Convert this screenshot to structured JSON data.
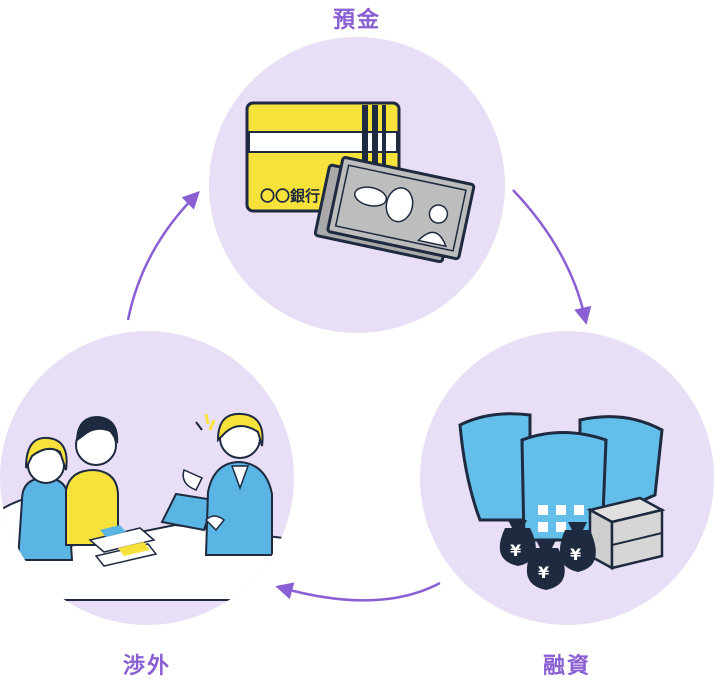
{
  "colors": {
    "circle_fill": "#e8def5",
    "arrow": "#8a5fd3",
    "label_text": "#8a5fd3",
    "outline": "#1e2a40",
    "card_yellow": "#f7e23b",
    "money_gray": "#a9a9a9",
    "building_blue": "#63bfe9",
    "sofa_blue": "#5ab4e4",
    "skin": "#ffffff"
  },
  "nodes": [
    {
      "id": "deposit",
      "label": "預金",
      "icon": "bank-card-and-banknotes-icon",
      "card_text": "〇〇銀行"
    },
    {
      "id": "loan",
      "label": "融資",
      "icon": "buildings-and-money-bags-icon",
      "bag_symbol": "¥"
    },
    {
      "id": "sales",
      "label": "渉外",
      "icon": "customer-meeting-icon"
    }
  ],
  "flow": [
    "deposit",
    "loan",
    "sales",
    "deposit"
  ]
}
